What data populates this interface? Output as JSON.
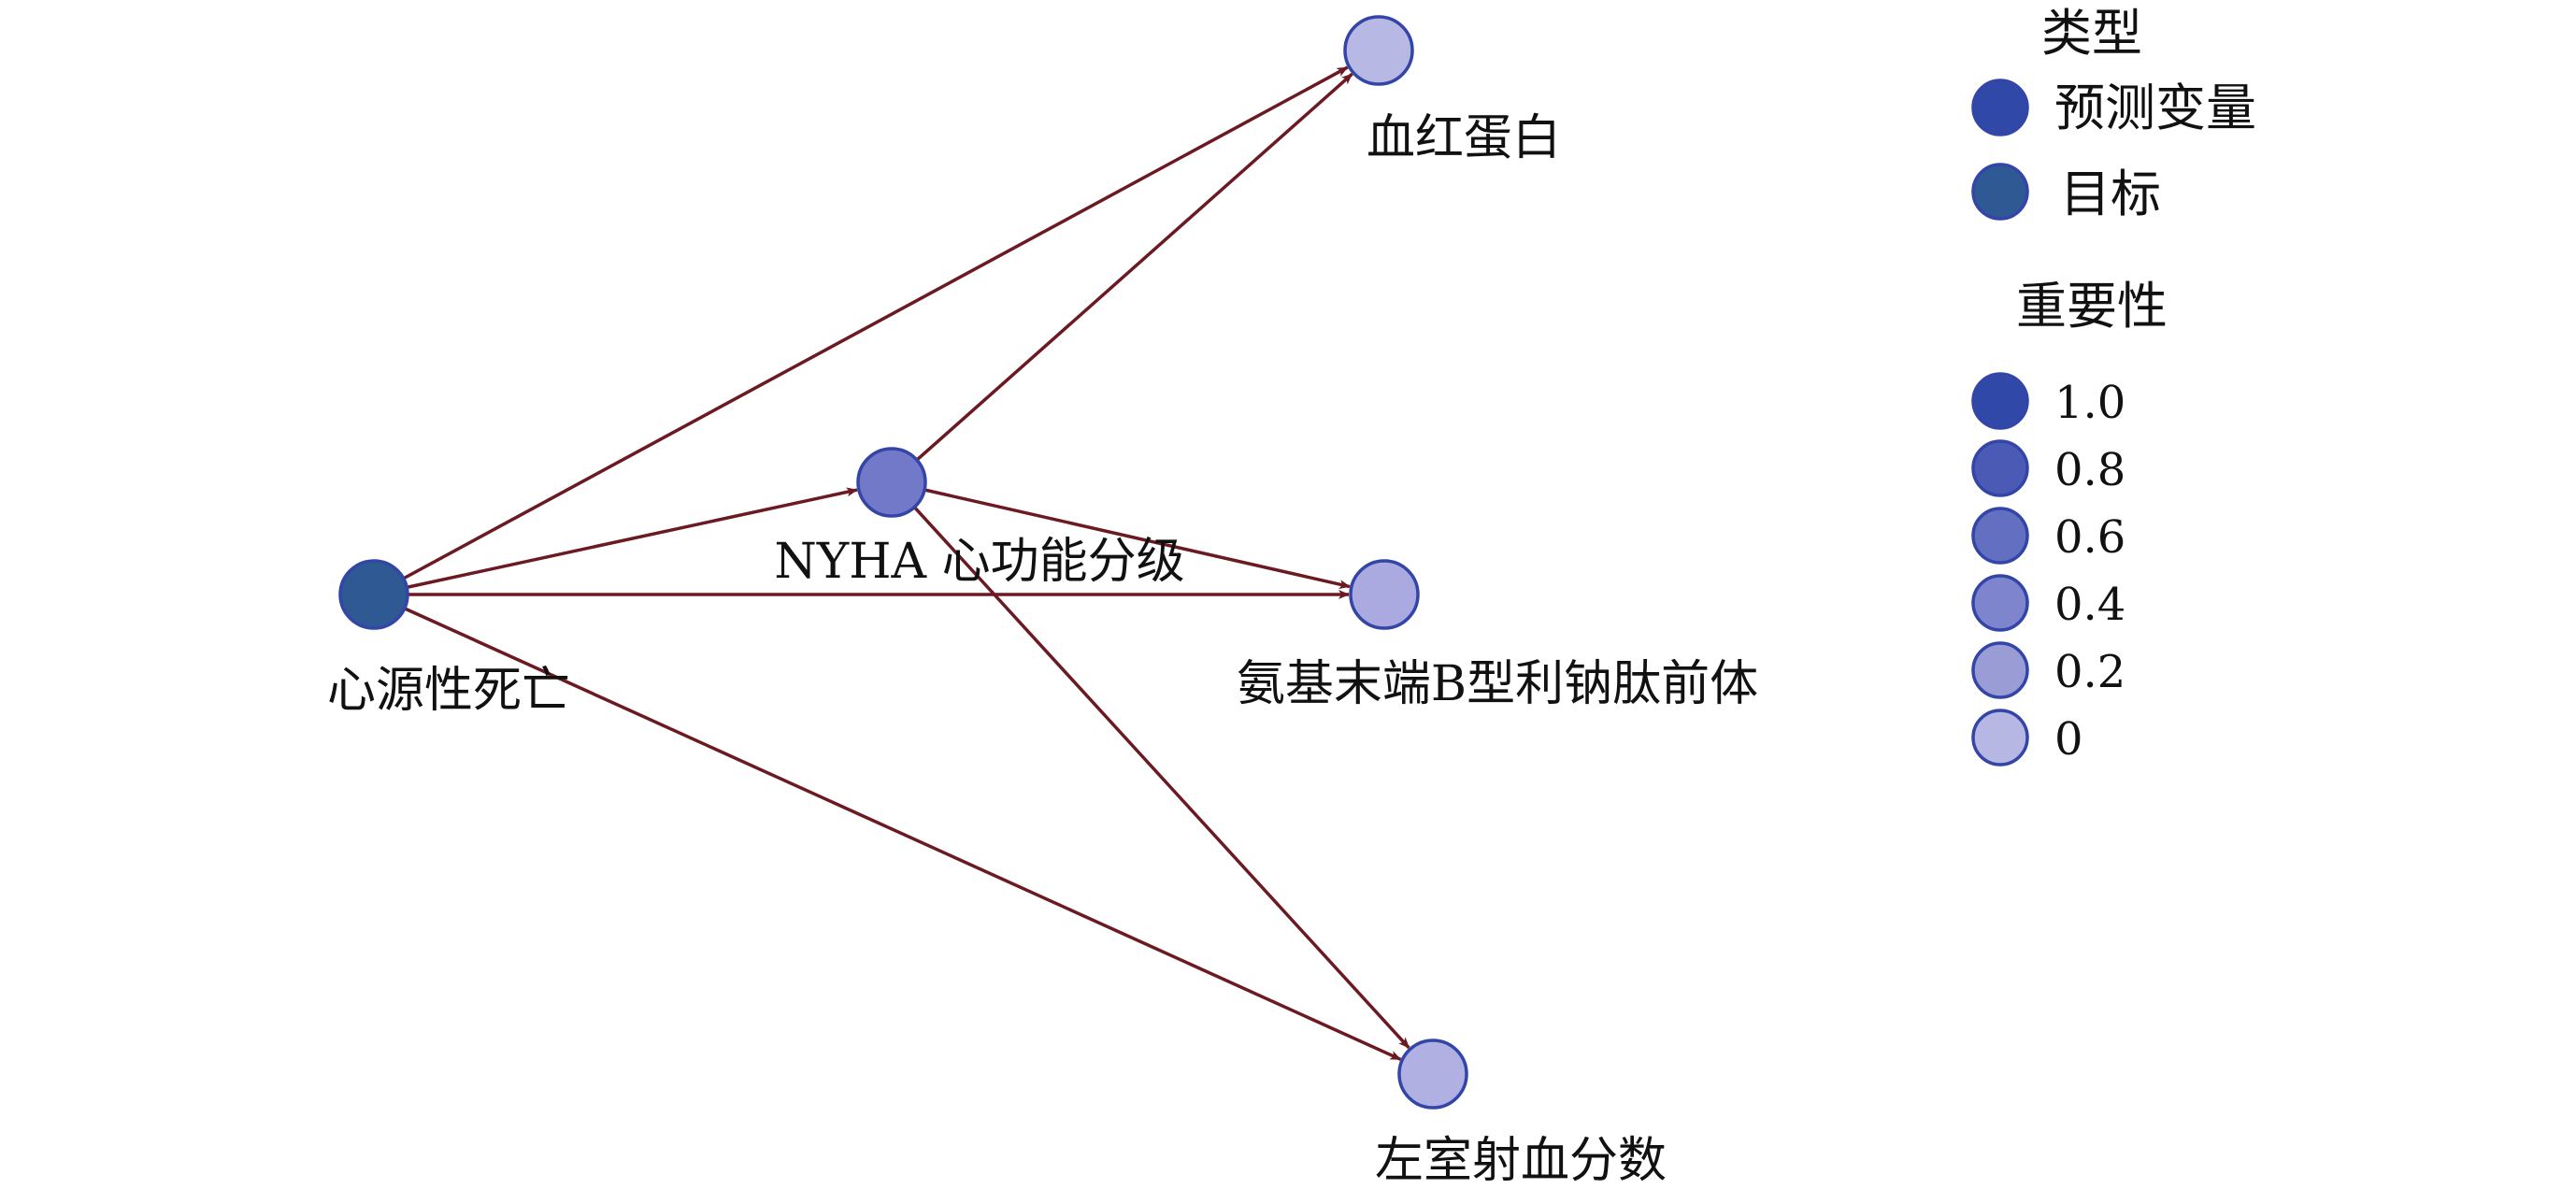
{
  "diagram": {
    "nodes": [
      {
        "id": "cardiac_death",
        "label": "心源性死亡",
        "kind": "目标",
        "fill": "#2e5993"
      },
      {
        "id": "nyha",
        "label": "NYHA 心功能分级",
        "kind": "预测变量",
        "importance": 0.55,
        "fill": "#7279c8"
      },
      {
        "id": "hemoglobin",
        "label": "血红蛋白",
        "kind": "预测变量",
        "importance": 0.0,
        "fill": "#b8b8e4"
      },
      {
        "id": "ntprobnp",
        "label": "氨基末端B型利钠肽前体",
        "kind": "预测变量",
        "importance": 0.1,
        "fill": "#abaae0"
      },
      {
        "id": "lvef",
        "label": "左室射血分数",
        "kind": "预测变量",
        "importance": 0.05,
        "fill": "#b1b0e2"
      }
    ],
    "edges": [
      {
        "from": "cardiac_death",
        "to": "hemoglobin"
      },
      {
        "from": "cardiac_death",
        "to": "nyha"
      },
      {
        "from": "cardiac_death",
        "to": "ntprobnp"
      },
      {
        "from": "cardiac_death",
        "to": "lvef"
      },
      {
        "from": "nyha",
        "to": "hemoglobin"
      },
      {
        "from": "nyha",
        "to": "ntprobnp"
      },
      {
        "from": "nyha",
        "to": "lvef"
      }
    ],
    "edge_color": "#6b1a22",
    "node_stroke_color": "#3445a8"
  },
  "legend": {
    "type_title": "类型",
    "type_items": [
      {
        "label": "预测变量",
        "color": "#3049a8"
      },
      {
        "label": "目标",
        "color": "#2e5993"
      }
    ],
    "importance_title": "重要性",
    "importance_items": [
      {
        "label": "1.0",
        "color": "#3049a8"
      },
      {
        "label": "0.8",
        "color": "#4b5bb5"
      },
      {
        "label": "0.6",
        "color": "#6370c1"
      },
      {
        "label": "0.4",
        "color": "#7f85cc"
      },
      {
        "label": "0.2",
        "color": "#9a9cd6"
      },
      {
        "label": "0",
        "color": "#b7b7e3"
      }
    ]
  }
}
